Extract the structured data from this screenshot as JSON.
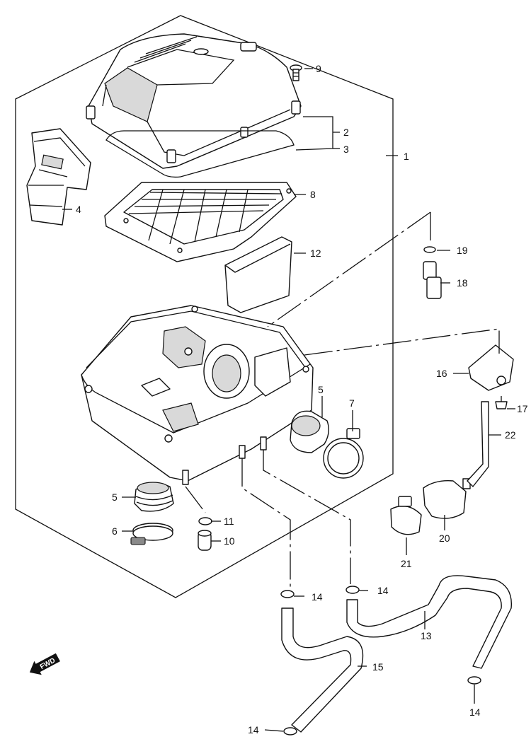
{
  "callouts": {
    "c1": "1",
    "c2": "2",
    "c3": "3",
    "c4": "4",
    "c5a": "5",
    "c5b": "5",
    "c6": "6",
    "c7": "7",
    "c8": "8",
    "c9": "9",
    "c10": "10",
    "c11": "11",
    "c12": "12",
    "c13": "13",
    "c14a": "14",
    "c14b": "14",
    "c14c": "14",
    "c14d": "14",
    "c15": "15",
    "c16": "16",
    "c17": "17",
    "c18": "18",
    "c19": "19",
    "c20": "20",
    "c21": "21",
    "c22": "22"
  },
  "direction_marker": {
    "label": "FWD",
    "icon": "forward-arrow-icon"
  }
}
